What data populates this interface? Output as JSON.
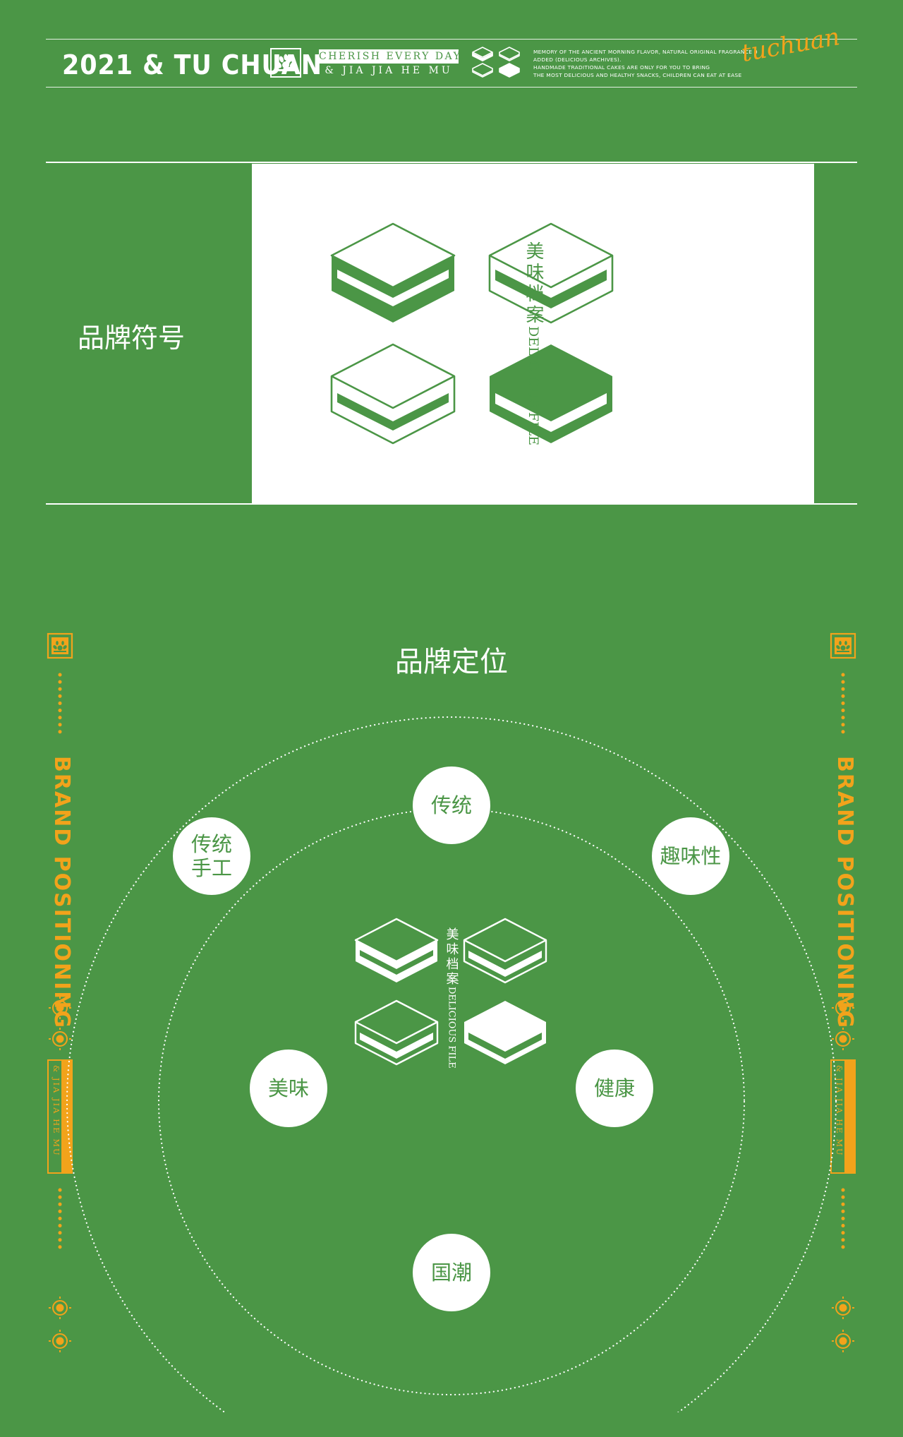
{
  "colors": {
    "background": "#4b9646",
    "accent": "#f2a31b",
    "white": "#ffffff"
  },
  "header": {
    "title": "2021 & TU CHUAN",
    "seal_icon": "seal-icon",
    "cherish": "CHERISH EVERY DAY",
    "jiajia": "& JIA JIA HE MU",
    "cake_icons": "cake-block-icons",
    "note_lines": [
      "MEMORY OF THE ANCIENT MORNING FLAVOR, NATURAL ORIGINAL FRAGRANCE 0",
      "ADDED (DELICIOUS ARCHIVES).",
      "HANDMADE TRADITIONAL CAKES ARE ONLY FOR YOU TO BRING",
      "THE MOST DELICIOUS AND HEALTHY SNACKS, CHILDREN CAN EAT AT EASE"
    ],
    "script": "tuchuan"
  },
  "brand_symbol": {
    "label": "品牌符号",
    "logo": {
      "cn": "美味档案",
      "en": "DELICIOUS FILE",
      "icon": "cake-block-logo"
    }
  },
  "positioning": {
    "title": "品牌定位",
    "side_text": "BRAND POSITIONING",
    "side_box_text": "& JIA JIA HE MU",
    "side_icons": [
      "seal-icon",
      "dotted-line",
      "flower-icon"
    ],
    "center_logo": {
      "cn": "美味档案",
      "en": "DELICIOUS FILE"
    },
    "nodes": [
      {
        "lines": [
          "传统"
        ]
      },
      {
        "lines": [
          "传统",
          "手工"
        ]
      },
      {
        "lines": [
          "趣味性"
        ]
      },
      {
        "lines": [
          "美味"
        ]
      },
      {
        "lines": [
          "健康"
        ]
      },
      {
        "lines": [
          "国潮"
        ]
      }
    ]
  }
}
